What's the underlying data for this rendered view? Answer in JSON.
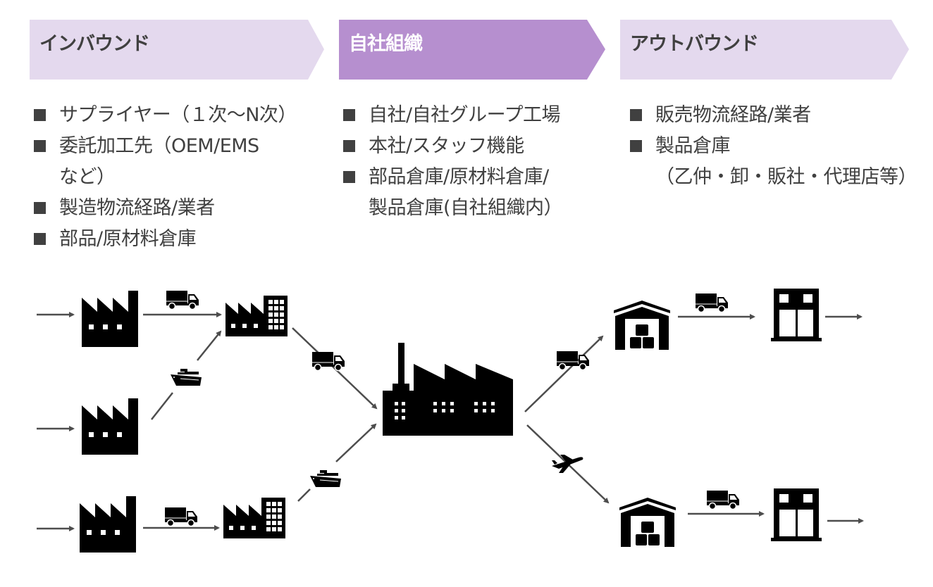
{
  "colors": {
    "chevron_light": "#e4d9ee",
    "chevron_accent": "#b68fcf",
    "text": "#404040",
    "arrow": "#4d4d4d",
    "icon": "#000000"
  },
  "sections": {
    "inbound": {
      "title": "インバウンド",
      "items": [
        {
          "lines": [
            "サプライヤー（１次〜N次）"
          ]
        },
        {
          "lines": [
            "委託加工先（OEM/EMS",
            "など）"
          ]
        },
        {
          "lines": [
            "製造物流経路/業者"
          ]
        },
        {
          "lines": [
            "部品/原材料倉庫"
          ]
        }
      ]
    },
    "own_organization": {
      "title": "自社組織",
      "items": [
        {
          "lines": [
            "自社/自社グループ工場"
          ]
        },
        {
          "lines": [
            "本社/スタッフ機能"
          ]
        },
        {
          "lines": [
            "部品倉庫/原材料倉庫/",
            "製品倉庫(自社組織内）"
          ]
        }
      ]
    },
    "outbound": {
      "title": "アウトバウンド",
      "items": [
        {
          "lines": [
            "販売物流経路/業者"
          ]
        },
        {
          "lines": [
            "製品倉庫",
            "（乙仲・卸・販社・代理店等）"
          ]
        }
      ]
    }
  },
  "flow_diagram": {
    "nodes": [
      {
        "id": "supplier-1",
        "icon": "factory-icon"
      },
      {
        "id": "supplier-2",
        "icon": "factory-icon"
      },
      {
        "id": "supplier-3",
        "icon": "factory-icon"
      },
      {
        "id": "contractor-1",
        "icon": "factory-with-office-icon"
      },
      {
        "id": "contractor-2",
        "icon": "factory-with-office-icon"
      },
      {
        "id": "own-factory",
        "icon": "main-factory-icon"
      },
      {
        "id": "warehouse-1",
        "icon": "warehouse-icon"
      },
      {
        "id": "warehouse-2",
        "icon": "warehouse-icon"
      },
      {
        "id": "store-1",
        "icon": "store-building-icon"
      },
      {
        "id": "store-2",
        "icon": "store-building-icon"
      }
    ],
    "transports": [
      "truck-icon",
      "ship-icon",
      "airplane-icon"
    ]
  }
}
